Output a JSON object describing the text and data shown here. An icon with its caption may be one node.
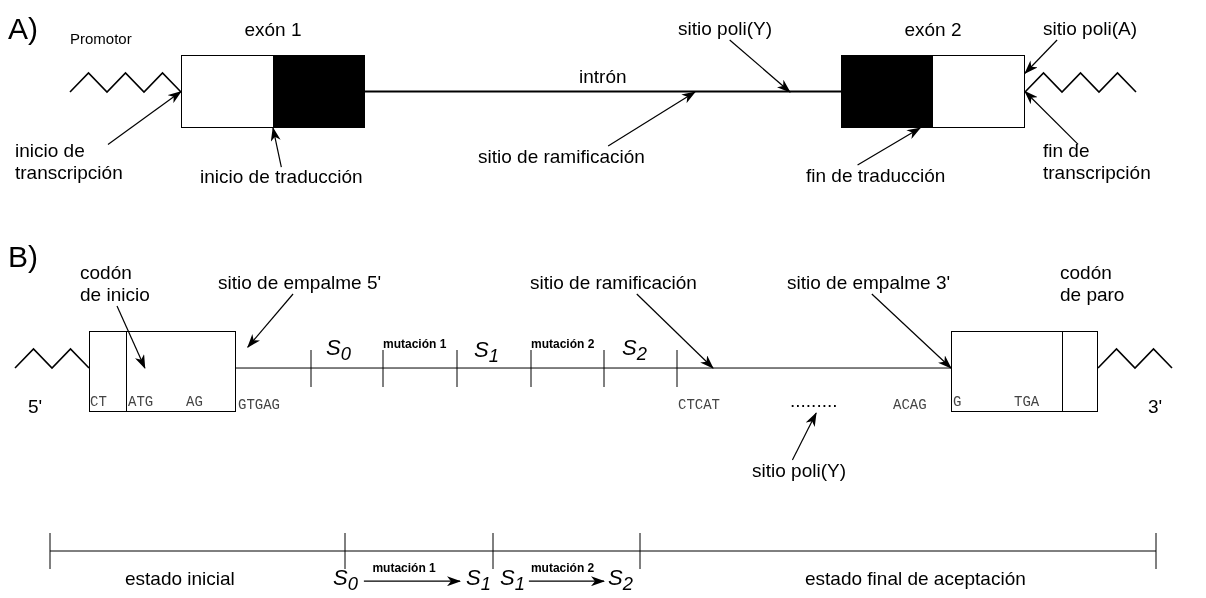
{
  "diagram": {
    "nodes": [
      {
        "text": [
          "exón 1"
        ]
      },
      {
        "text": [
          "exón 2"
        ]
      },
      {
        "text": [
          "inicio de transcripción"
        ]
      },
      {
        "text": [
          "inicio de traducción"
        ]
      },
      {
        "text": [
          "sitio de ramificación"
        ]
      },
      {
        "text": [
          "sitio poli(Y)"
        ]
      },
      {
        "text": [
          "fin de traducción"
        ]
      },
      {
        "text": [
          "sitio poli(A)"
        ]
      },
      {
        "text": [
          "fin de transcripción"
        ]
      },
      {
        "text": [
          "CT",
          "ATG",
          "AG"
        ]
      },
      {
        "text": [
          "G",
          "TGA"
        ]
      },
      {
        "text": [
          "codón de inicio"
        ]
      },
      {
        "text": [
          "sitio de empalme 5'"
        ]
      },
      {
        "text": [
          "sitio de ramificación"
        ]
      },
      {
        "text": [
          "sitio de empalme 3'"
        ]
      },
      {
        "text": [
          "sitio poli(Y)"
        ]
      },
      {
        "text": [
          "S$_{0}$"
        ]
      },
      {
        "text": [
          "S$_{1}$"
        ]
      },
      {
        "text": [
          "S$_{1}$"
        ]
      },
      {
        "text": [
          "S$_{2}$"
        ]
      },
      {
        "text": [
          "........."
        ]
      }
    ],
    "edges": [
      {
        "from": 0,
        "to": 1,
        "arrow": "none",
        "label": "intrón"
      },
      {
        "from": 2,
        "to": 0,
        "arrow": "to"
      },
      {
        "from": 3,
        "to": 0,
        "arrow": "to"
      },
      {
        "from": 4,
        "to": null,
        "arrow": "to"
      },
      {
        "from": 5,
        "to": null,
        "arrow": "to"
      },
      {
        "from": 6,
        "to": 1,
        "arrow": "to"
      },
      {
        "from": 7,
        "to": 1,
        "arrow": "to"
      },
      {
        "from": 8,
        "to": 1,
        "arrow": "to"
      },
      {
        "from": 9,
        "to": 10,
        "arrow": "none"
      },
      {
        "from": 11,
        "to": 9,
        "arrow": "to"
      },
      {
        "from": 12,
        "to": 9,
        "arrow": "to"
      },
      {
        "from": 13,
        "to": null,
        "arrow": "to"
      },
      {
        "from": 14,
        "to": 10,
        "arrow": "to"
      },
      {
        "from": 15,
        "to": 20,
        "arrow": "to"
      },
      {
        "from": 16,
        "to": 17,
        "arrow": "to",
        "label": "mutación 1"
      },
      {
        "from": 18,
        "to": 19,
        "arrow": "to",
        "label": "mutación 2"
      }
    ],
    "labels": [
      "A)",
      "Promotor",
      "B)",
      "codón de paro",
      "S$_{0}$",
      "mutación 1",
      "S$_{1}$",
      "mutación 2",
      "S$_{2}$",
      "5'",
      "GTGAG",
      "CTCAT",
      "ACAG",
      "3'",
      "estado inicial",
      "estado final de aceptación"
    ]
  }
}
